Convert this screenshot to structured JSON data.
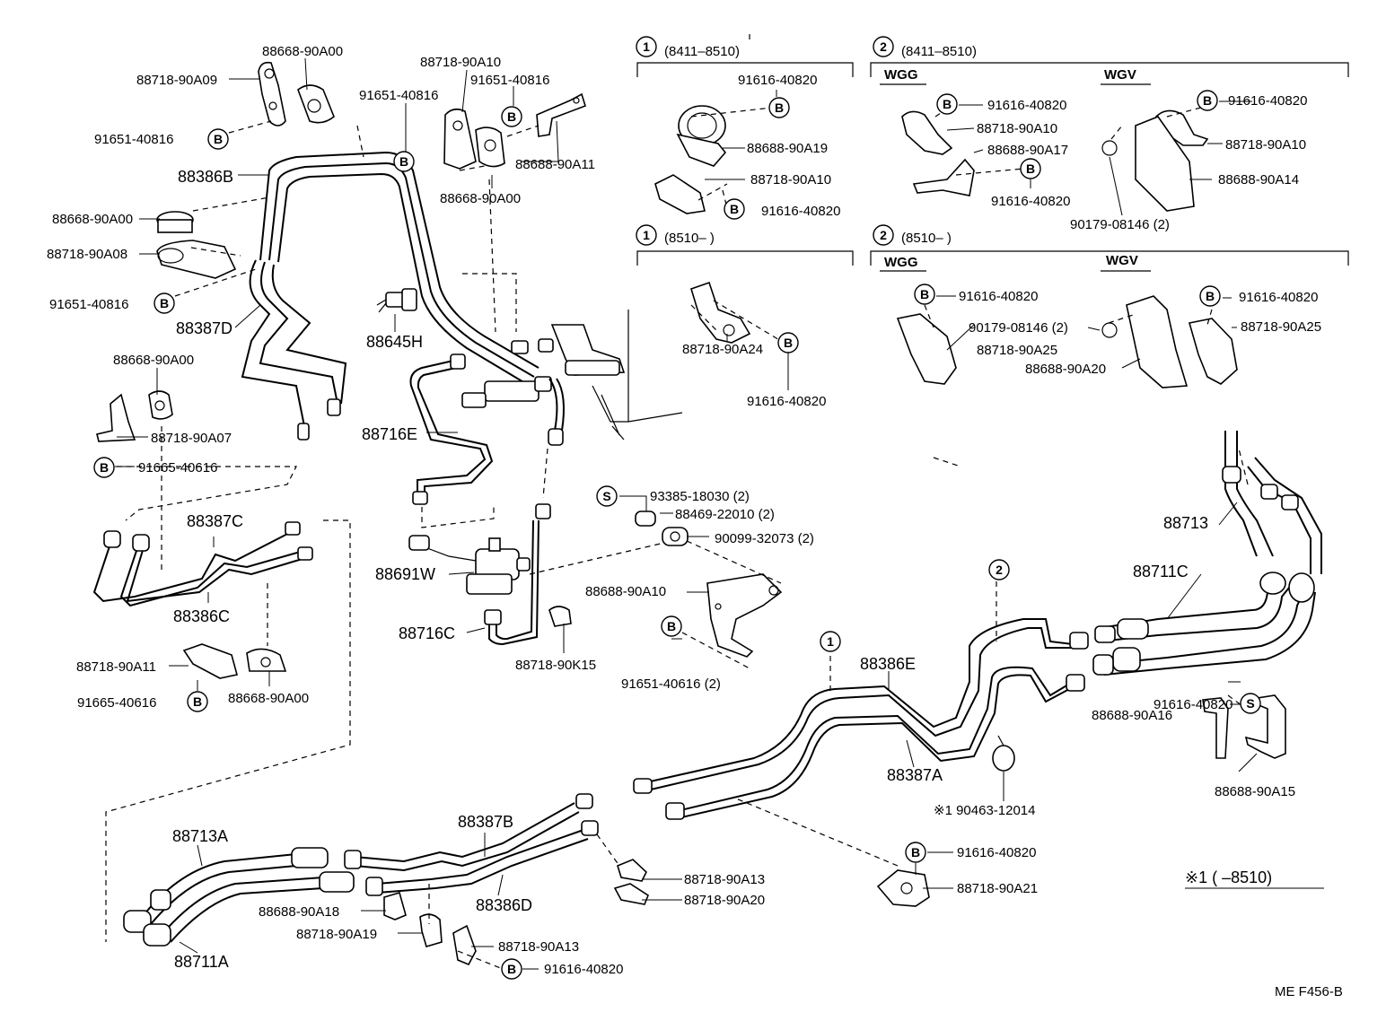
{
  "labels": {
    "l1": "88668-90A00",
    "l2": "88718-90A09",
    "l3": "91651-40816",
    "l4": "88386B",
    "l5": "88668-90A00",
    "l6": "88718-90A08",
    "l7": "91651-40816",
    "l8": "88387D",
    "l9": "88668-90A00",
    "l10": "88718-90A07",
    "l11": "91665-40616",
    "l12": "88718-90A10",
    "l13": "91651-40816",
    "l14": "91651-40816",
    "l15": "88688-90A11",
    "l16": "88668-90A00",
    "l17": "88645H",
    "l18": "88716E",
    "l19": "88387C",
    "l20": "88386C",
    "l21": "88718-90A11",
    "l22": "91665-40616",
    "l23": "88668-90A00",
    "l24": "88691W",
    "l25": "88716C",
    "l26": "88718-90K15",
    "l27": "93385-18030 (2)",
    "l28": "88469-22010 (2)",
    "l29": "90099-32073 (2)",
    "l30": "88688-90A10",
    "l31": "91651-40616 (2)",
    "l32": "91616-40820",
    "l33": "88688-90A19",
    "l34": "88718-90A10",
    "l35": "91616-40820",
    "l36": "88718-90A24",
    "l37": "91616-40820",
    "l38": "91616-40820",
    "l39": "88718-90A10",
    "l40": "88688-90A17",
    "l41": "91616-40820",
    "l42": "91616-40820",
    "l43": "88718-90A10",
    "l44": "88688-90A14",
    "l45": "90179-08146 (2)",
    "l46": "91616-40820",
    "l47": "90179-08146 (2)",
    "l48": "88718-90A25",
    "l49": "88688-90A20",
    "l50": "91616-40820",
    "l51": "88718-90A25",
    "l52": "88713",
    "l53": "88711C",
    "l54": "91616-40820",
    "l55": "88688-90A16",
    "l56": "88688-90A15",
    "l57": "88386E",
    "l58": "88387A",
    "l59": "※1 90463-12014",
    "l60": "91616-40820",
    "l61": "88718-90A21",
    "l62": "88713A",
    "l63": "88387B",
    "l64": "88386D",
    "l65": "88718-90A13",
    "l66": "88718-90A20",
    "l67": "88688-90A18",
    "l68": "88718-90A19",
    "l69": "88718-90A13",
    "l70": "91616-40820",
    "l71": "88711A"
  },
  "headers": {
    "h1": "(8411–8510)",
    "h2": "(8411–8510)",
    "h3": "(8510–         )",
    "h4": "(8510–         )",
    "wgg1": "WGG",
    "wgv1": "WGV",
    "wgg2": "WGG",
    "wgv2": "WGV"
  },
  "markers": {
    "one": "1",
    "two": "2",
    "b": "B",
    "s": "S"
  },
  "note": "※1 (      –8510)",
  "footer": "ME  F456-B"
}
